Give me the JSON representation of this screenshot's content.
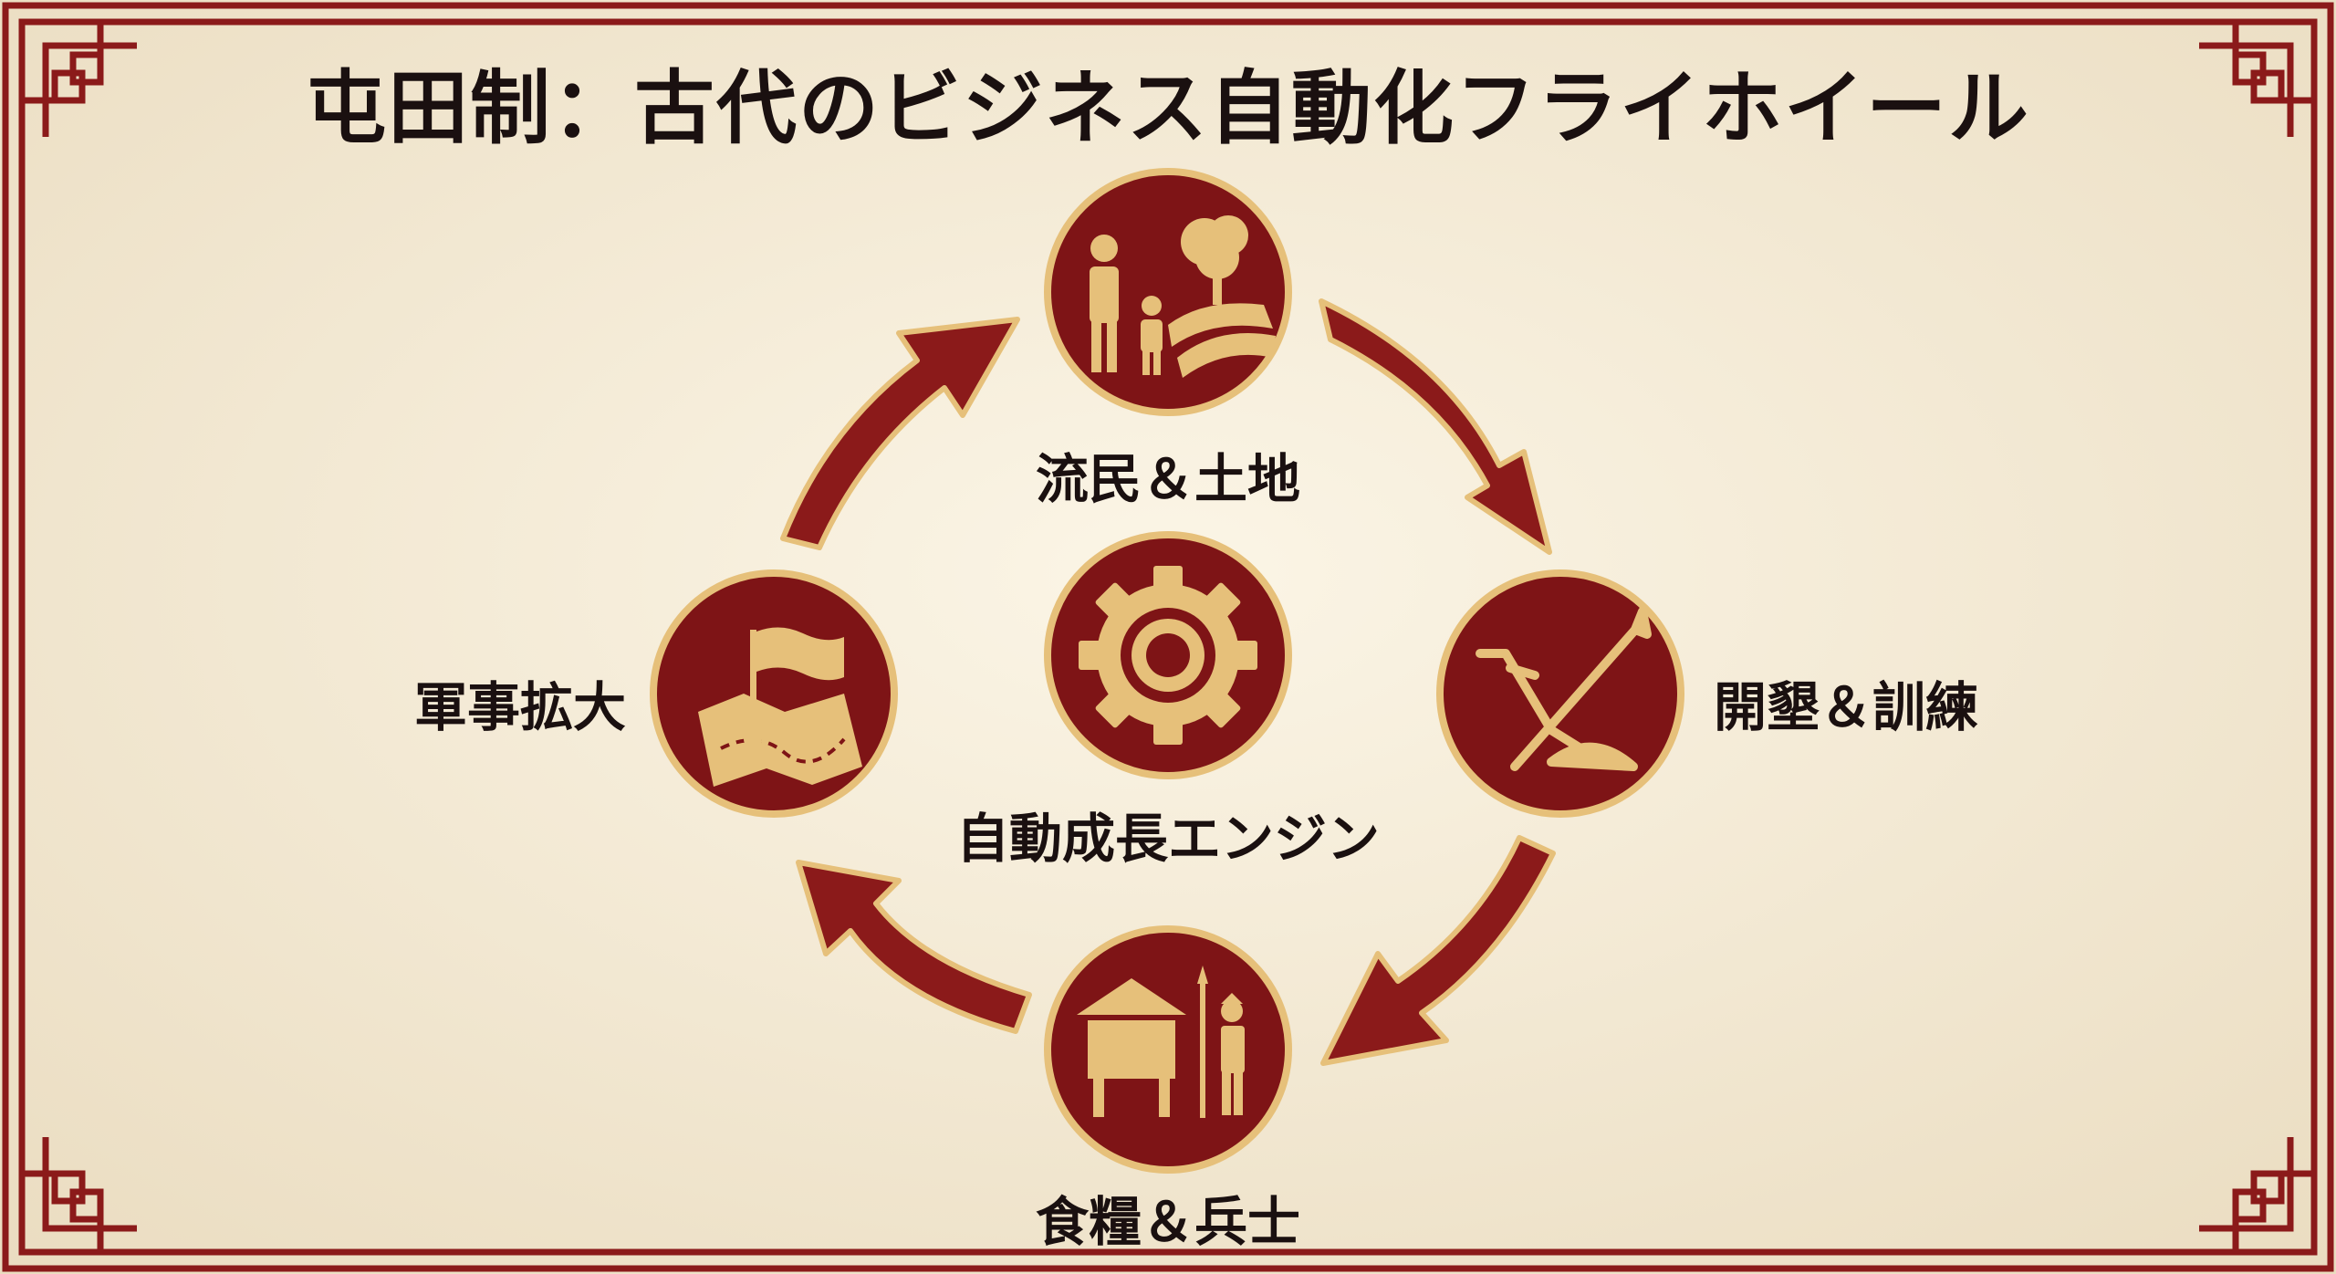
{
  "title": "屯田制：古代のビジネス自動化フライホイール",
  "colors": {
    "background": "#f5ecd9",
    "frame": "#8b1a1a",
    "circle_fill": "#7e1416",
    "circle_ring": "#e6c07a",
    "icon": "#e6c07a",
    "text": "#1a1010"
  },
  "cycle": [
    {
      "label": "流民＆土地",
      "icon": "family-land-icon"
    },
    {
      "label": "開墾＆訓練",
      "icon": "plow-spear-icon"
    },
    {
      "label": "食糧＆兵士",
      "icon": "granary-soldier-icon"
    },
    {
      "label": "軍事拡大",
      "icon": "map-flag-icon"
    }
  ],
  "center": {
    "label": "自動成長エンジン",
    "icon": "gear-icon"
  }
}
